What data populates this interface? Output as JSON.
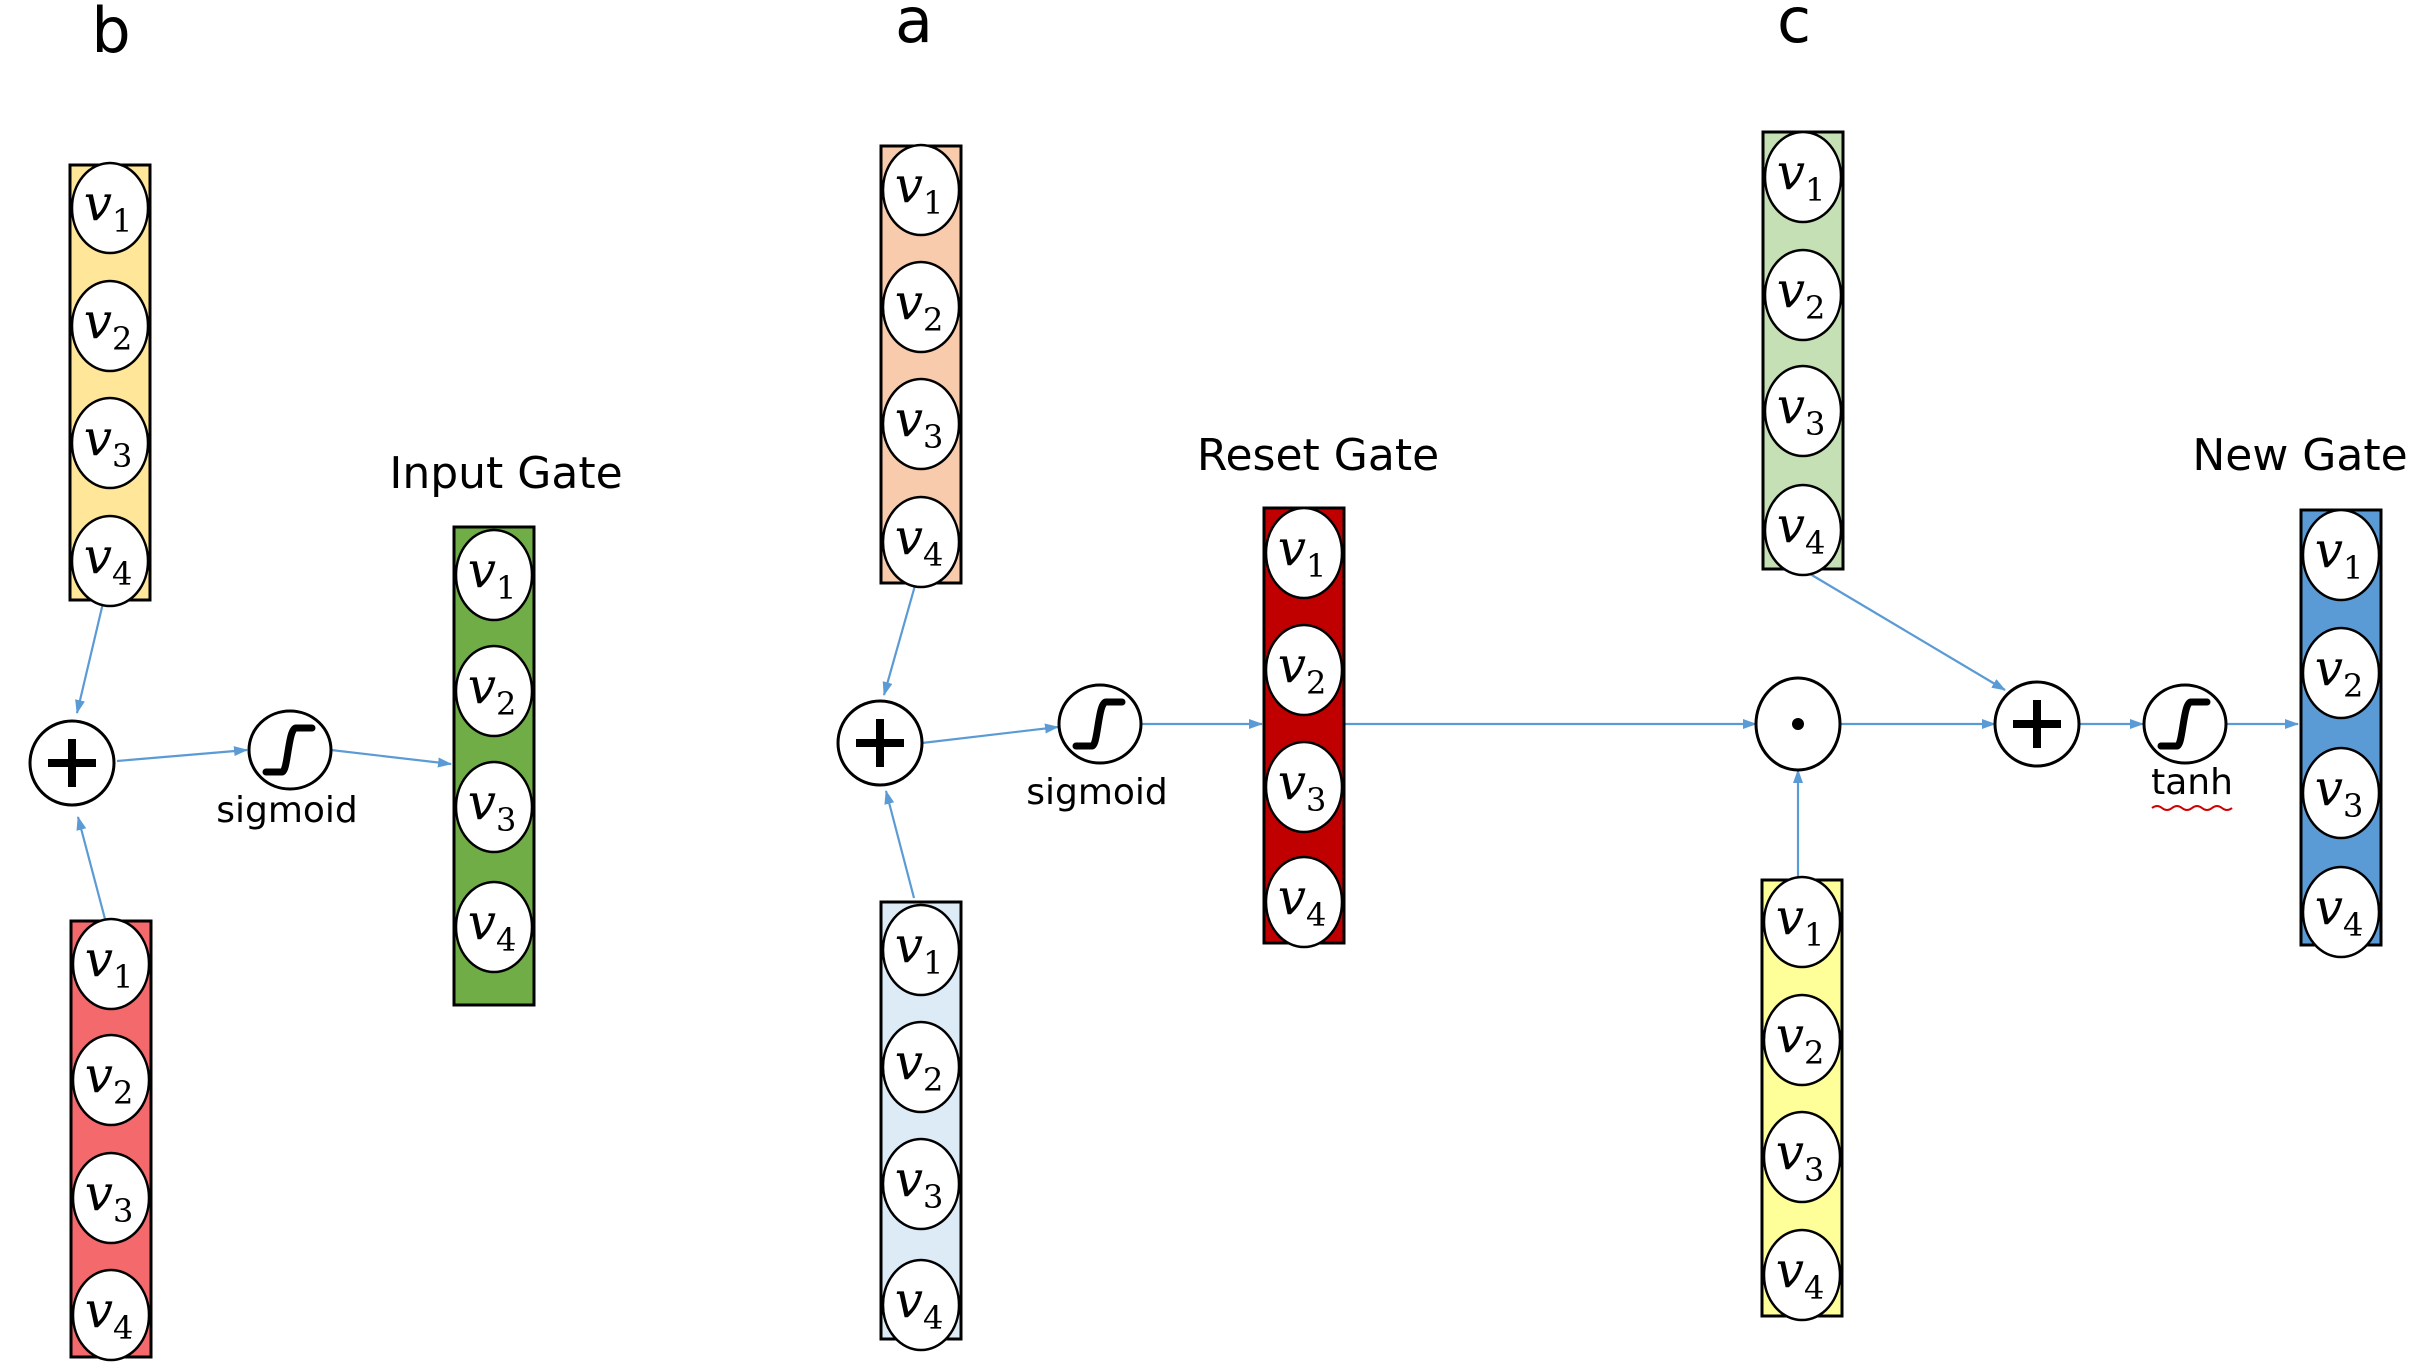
{
  "panels": {
    "a": "a",
    "b": "b",
    "c": "c"
  },
  "gates": {
    "input": "Input Gate",
    "reset": "Reset Gate",
    "new": "New Gate"
  },
  "functions": {
    "sigmoid_b": "sigmoid",
    "sigmoid_a": "sigmoid",
    "tanh": "tanh"
  },
  "node_var": "v",
  "node_subscripts": [
    "1",
    "2",
    "3",
    "4"
  ],
  "vector_colors": {
    "b_top": "#ffe699",
    "b_bottom": "#f4696b",
    "input_gate": "#70ad47",
    "a_top": "#f8cbad",
    "a_bottom": "#ddebf7",
    "reset_gate": "#c00000",
    "c_top": "#c5e0b4",
    "c_bottom": "#ffff99",
    "new_gate": "#5b9bd5"
  },
  "arrow_color": "#5b9bd5"
}
